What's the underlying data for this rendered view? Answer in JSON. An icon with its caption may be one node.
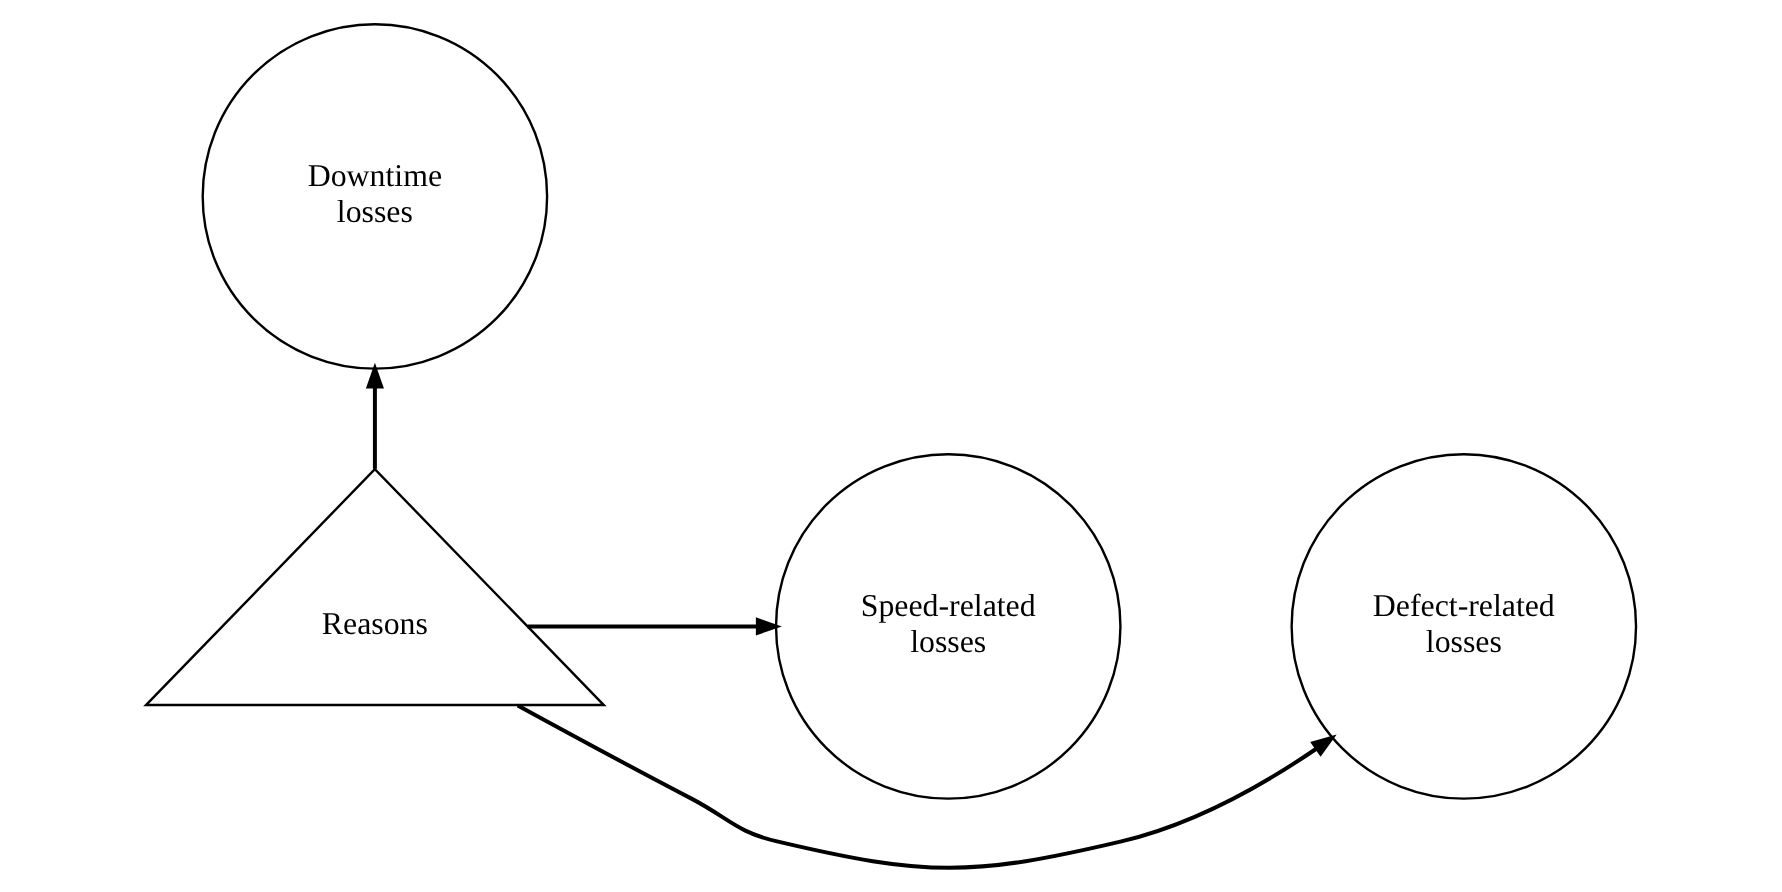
{
  "diagram": {
    "nodes": [
      {
        "text": [
          "Downtime losses"
        ]
      },
      {
        "text": [
          "Defect-related losses"
        ]
      },
      {
        "text": [
          "Reasons"
        ]
      },
      {
        "text": [
          "Speed-related losses"
        ]
      }
    ],
    "edges": [
      {
        "from": 2,
        "to": 0,
        "arrow": "to"
      },
      {
        "from": 2,
        "to": 1,
        "arrow": "to"
      },
      {
        "from": 2,
        "to": 3,
        "arrow": "to"
      }
    ]
  }
}
